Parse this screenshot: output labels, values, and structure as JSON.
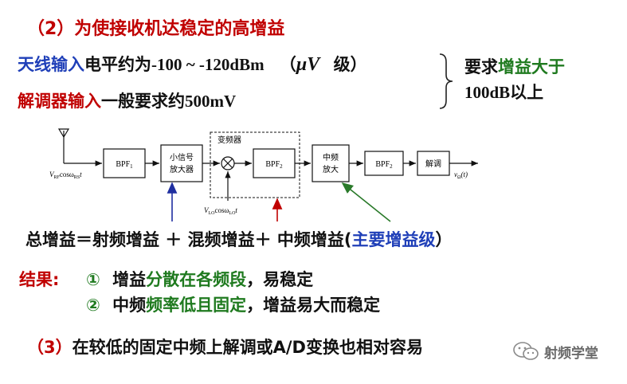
{
  "heading2": {
    "prefix": "（2）为使接收机达",
    "highlight": "稳定的高增益"
  },
  "line1": {
    "label": "天线输入",
    "text": "电平约为",
    "range": "-100 ~ -120dBm",
    "paren_open": "（",
    "unit": "μV",
    "suffix": "级）"
  },
  "line2": {
    "label": "解调器输入",
    "text": "一般要求约",
    "value": "500mV"
  },
  "requirement": {
    "line1_prefix": "要求",
    "line1_highlight": "增益大于",
    "line2": "100dB以上"
  },
  "diagram": {
    "input_signal": {
      "main": "V",
      "sub": "RF",
      "rest": "cosω",
      "sub2": "RS",
      "tail": "t"
    },
    "blocks": {
      "bpf1": {
        "main": "BPF",
        "sub": "1"
      },
      "lna": {
        "line1": "小信号",
        "line2": "放大器"
      },
      "mixer_label": "变频器",
      "bpf2a": {
        "main": "BPF",
        "sub": "2"
      },
      "if_amp": {
        "line1": "中频",
        "line2": "放大"
      },
      "bpf2b": {
        "main": "BPF",
        "sub": "2"
      },
      "demod": "解调"
    },
    "lo_signal": {
      "main": "V",
      "sub": "LO",
      "rest": "cosω",
      "sub2": "LO",
      "tail": "t"
    },
    "output_signal": {
      "main": "v",
      "sub": "Ω",
      "tail": "(t)"
    }
  },
  "gain_equation": {
    "prefix": "总增益＝射频增益 ＋ 混频增益＋ 中频增益(",
    "highlight": "主要增益级",
    "suffix": "）"
  },
  "result": {
    "label": "结果:",
    "item1": {
      "marker": "①",
      "prefix": "增益",
      "highlight": "分散在各频段",
      "suffix": "，易稳定"
    },
    "item2": {
      "marker": "②",
      "prefix": "中频",
      "highlight": "频率低且固定",
      "suffix": "，增益易大而稳定"
    }
  },
  "heading3": {
    "marker": "（3）",
    "text": "在较低的固定中频上解调或A/D变换也相对容易"
  },
  "watermark": "射频学堂",
  "colors": {
    "red": "#c00000",
    "blue": "#1f3fb8",
    "green": "#1f7a1f",
    "arrow_blue": "#1f2fa0",
    "arrow_red": "#c00000",
    "arrow_green": "#2a7a2a"
  }
}
